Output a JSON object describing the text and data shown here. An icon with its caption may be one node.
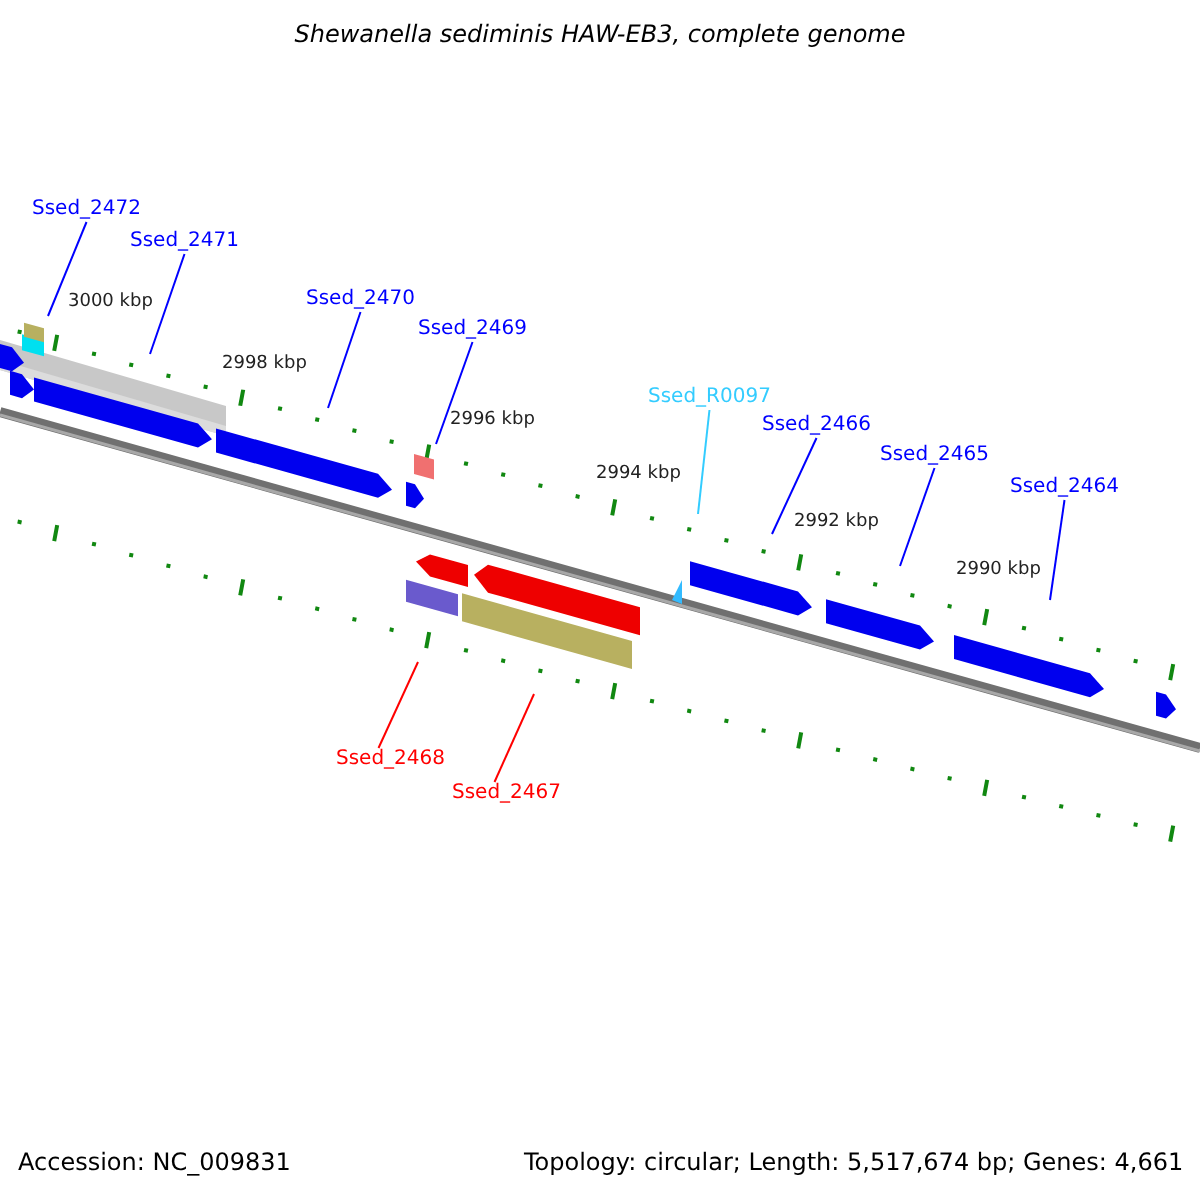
{
  "diagram": {
    "title": "Shewanella sediminis HAW-EB3, complete genome",
    "nodes": [
      {
        "text": [
          "Ssed_2472"
        ]
      },
      {
        "text": [
          "Ssed_2471"
        ]
      },
      {
        "text": [
          "Ssed_2470"
        ]
      },
      {
        "text": [
          "Ssed_2469"
        ]
      },
      {
        "text": [
          "Ssed_R0097"
        ]
      },
      {
        "text": [
          "Ssed_2466"
        ]
      },
      {
        "text": [
          "Ssed_2465"
        ]
      },
      {
        "text": [
          "Ssed_2464"
        ]
      },
      {
        "text": [
          "Ssed_2468"
        ]
      },
      {
        "text": [
          "Ssed_2467"
        ]
      }
    ],
    "edges": [
      {
        "from": 0,
        "to": null,
        "arrow": "none"
      },
      {
        "from": 1,
        "to": null,
        "arrow": "none"
      },
      {
        "from": 2,
        "to": null,
        "arrow": "none"
      },
      {
        "from": 3,
        "to": null,
        "arrow": "none"
      },
      {
        "from": 4,
        "to": null,
        "arrow": "none",
        "color": "#33ccff"
      },
      {
        "from": 5,
        "to": null,
        "arrow": "none"
      },
      {
        "from": 6,
        "to": null,
        "arrow": "none"
      },
      {
        "from": 7,
        "to": null,
        "arrow": "none"
      },
      {
        "from": 8,
        "to": null,
        "arrow": "none",
        "color": "#ff0000"
      },
      {
        "from": 9,
        "to": null,
        "arrow": "none",
        "color": "#ff0000"
      }
    ],
    "labels": [
      "3000 kbp",
      "2998 kbp",
      "2996 kbp",
      "2994 kbp",
      "2992 kbp",
      "2990 kbp",
      "Accession: NC_009831",
      "Topology: circular; Length: 5,517,674 bp; Genes: 4,661"
    ]
  }
}
